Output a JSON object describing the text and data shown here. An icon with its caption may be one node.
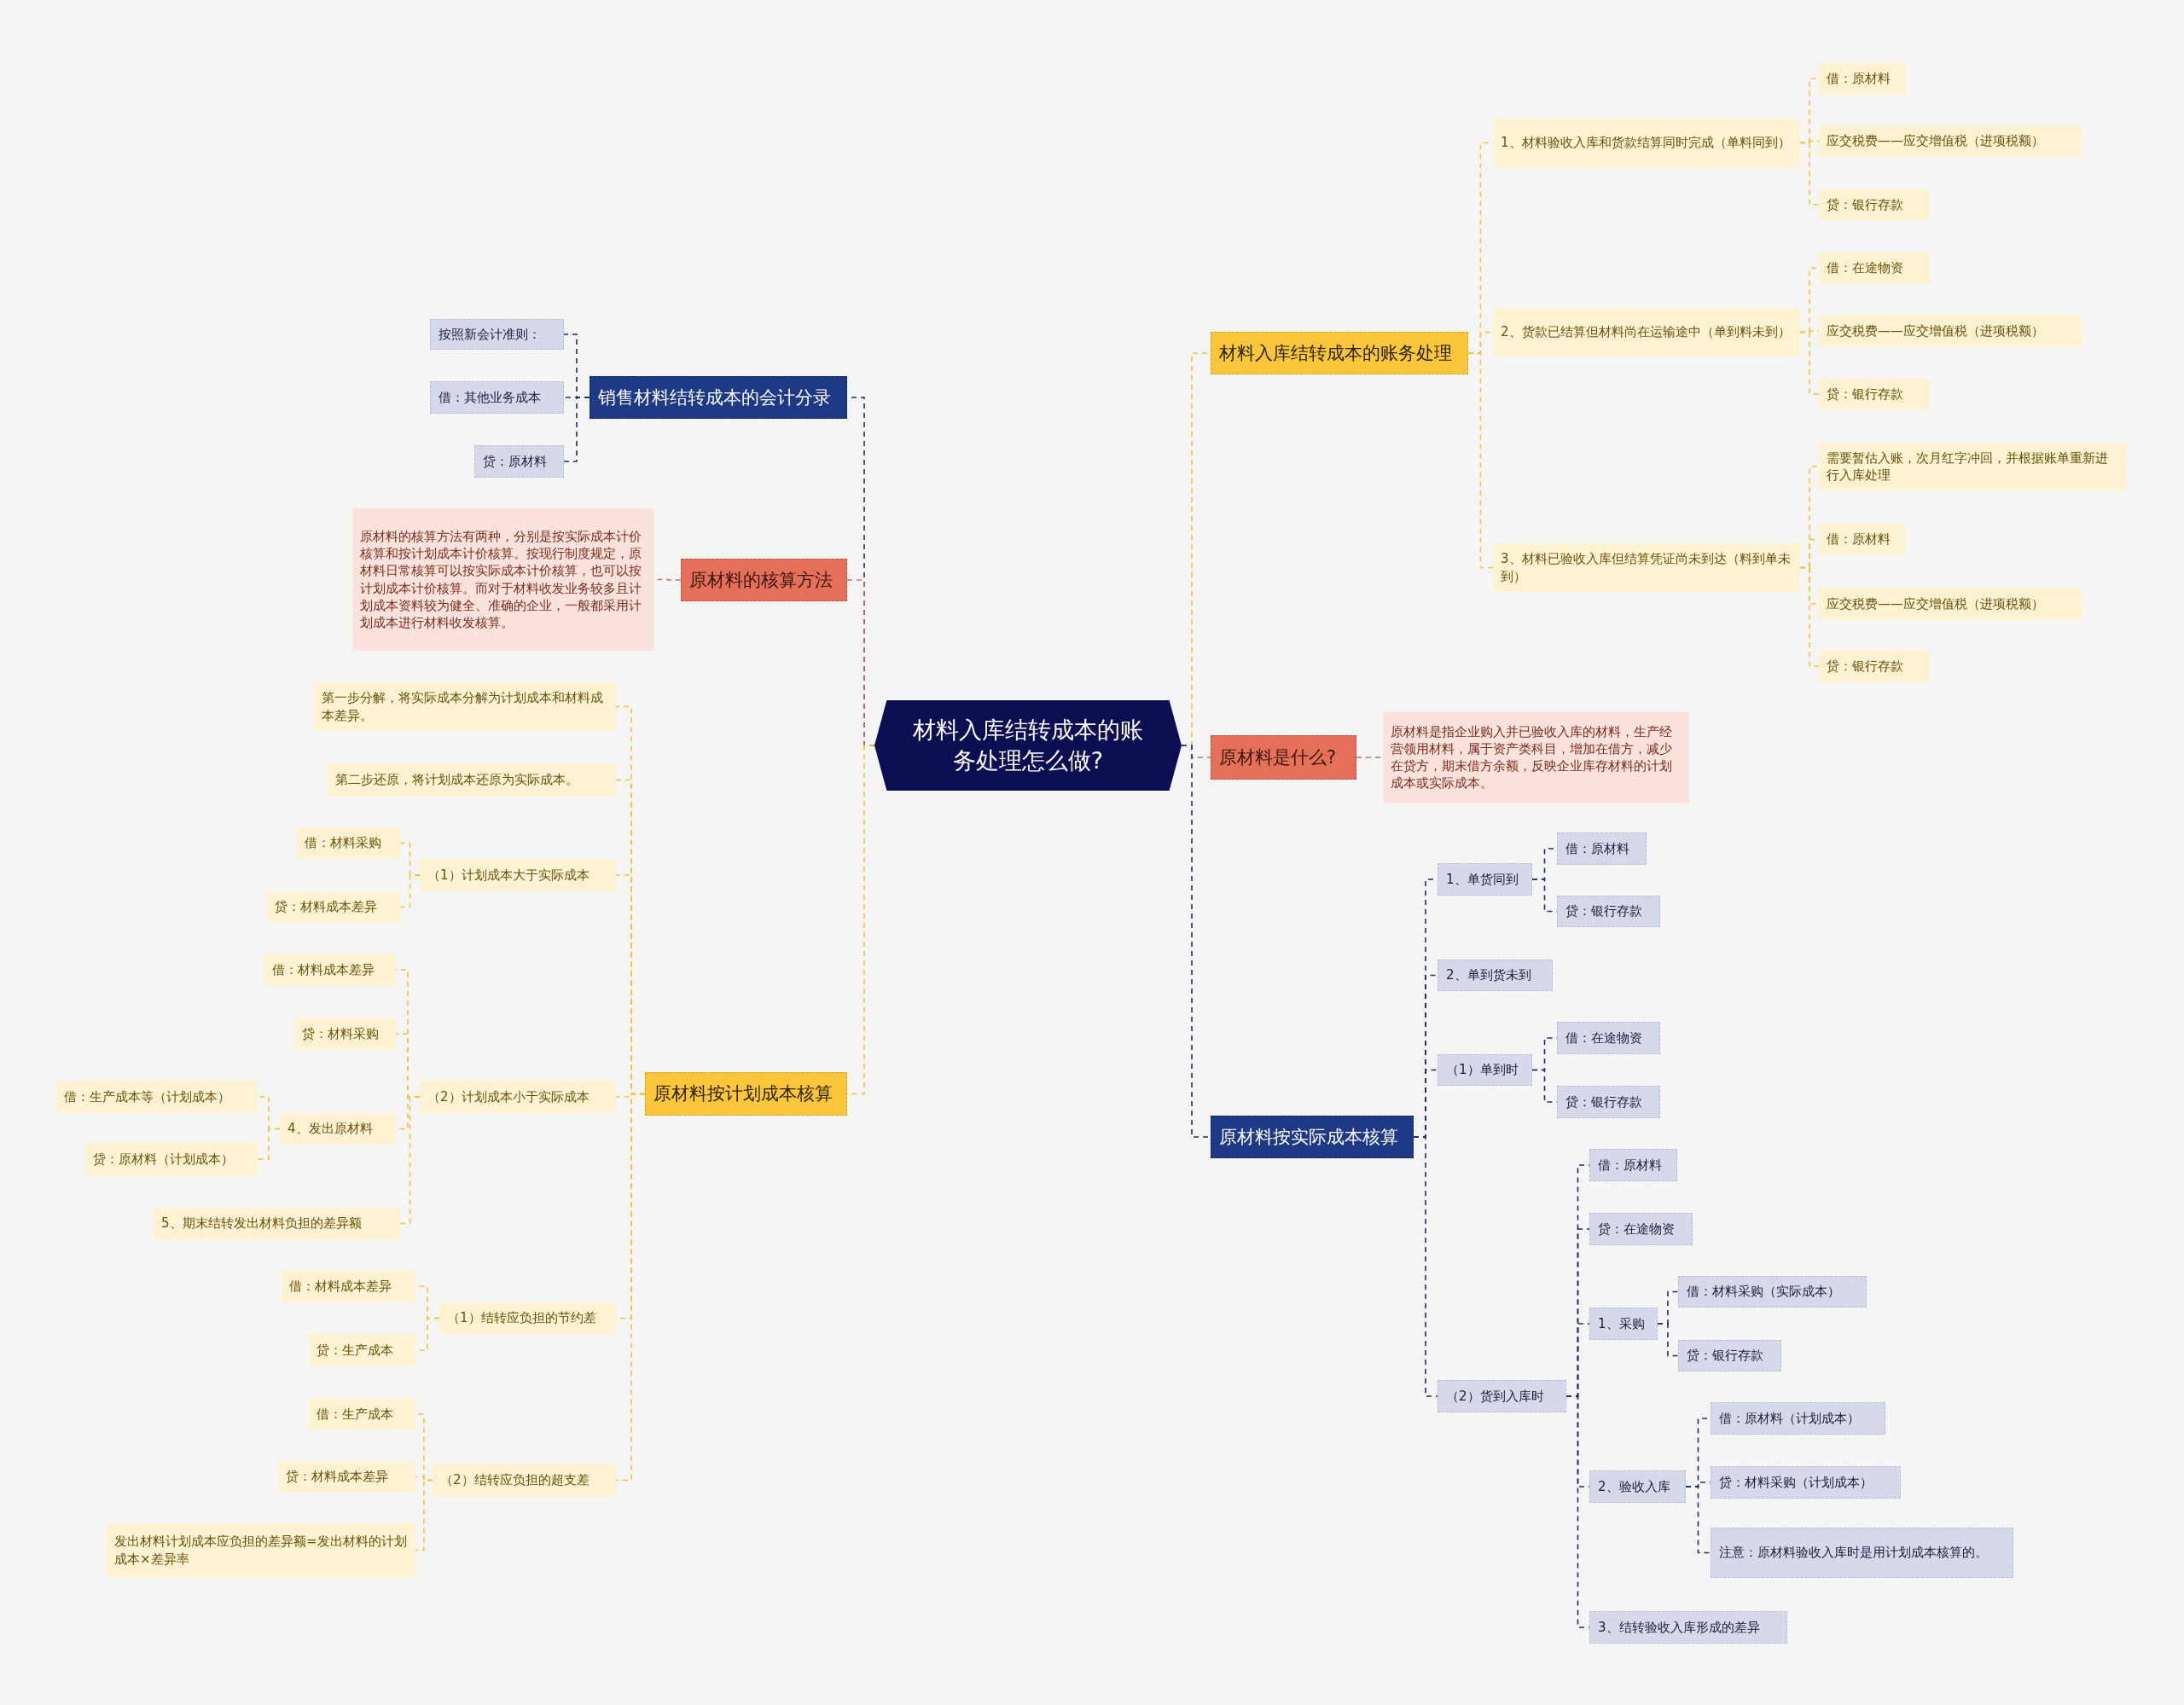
{
  "diagram": {
    "nodes": [
      {
        "text": [
          "材料入库结转成本的账务处理怎么做?"
        ]
      },
      {
        "text": [
          "材料入库结转成本的账务处理"
        ]
      },
      {
        "text": [
          "1、材料验收入库和货款结算同时完成（单料同到）"
        ]
      },
      {
        "text": [
          "借：原材料"
        ]
      },
      {
        "text": [
          "应交税费——应交增值税（进项税额）"
        ]
      },
      {
        "text": [
          "贷：银行存款"
        ]
      },
      {
        "text": [
          "2、货款已结算但材料尚在运输途中（单到料未到）"
        ]
      },
      {
        "text": [
          "借：在途物资"
        ]
      },
      {
        "text": [
          "应交税费——应交增值税（进项税额）"
        ]
      },
      {
        "text": [
          "贷：银行存款"
        ]
      },
      {
        "text": [
          "3、材料已验收入库但结算凭证尚未到达（料到单未到）"
        ]
      },
      {
        "text": [
          "需要暂估入账，次月红字冲回，并根据账单重新进行入库处理"
        ]
      },
      {
        "text": [
          "借：原材料"
        ]
      },
      {
        "text": [
          "应交税费——应交增值税（进项税额）"
        ]
      },
      {
        "text": [
          "贷：银行存款"
        ]
      },
      {
        "text": [
          "原材料是什么?"
        ]
      },
      {
        "text": [
          "原材料是指企业购入并已验收入库的材料，生产经营领用材料，属于资产类科目，增加在借方，减少在贷方，期末借方余额，反映企业库存材料的计划成本或实际成本。"
        ]
      },
      {
        "text": [
          "原材料按实际成本核算"
        ]
      },
      {
        "text": [
          "1、单货同到"
        ]
      },
      {
        "text": [
          "借：原材料"
        ]
      },
      {
        "text": [
          "贷：银行存款"
        ]
      },
      {
        "text": [
          "2、单到货未到"
        ]
      },
      {
        "text": [
          "（1）单到时"
        ]
      },
      {
        "text": [
          "借：在途物资"
        ]
      },
      {
        "text": [
          "贷：银行存款"
        ]
      },
      {
        "text": [
          "（2）货到入库时"
        ]
      },
      {
        "text": [
          "借：原材料"
        ]
      },
      {
        "text": [
          "贷：在途物资"
        ]
      },
      {
        "text": [
          "1、采购"
        ]
      },
      {
        "text": [
          "借：材料采购（实际成本）"
        ]
      },
      {
        "text": [
          "贷：银行存款"
        ]
      },
      {
        "text": [
          "2、验收入库"
        ]
      },
      {
        "text": [
          "借：原材料（计划成本）"
        ]
      },
      {
        "text": [
          "贷：材料采购（计划成本）"
        ]
      },
      {
        "text": [
          "注意：原材料验收入库时是用计划成本核算的。"
        ]
      },
      {
        "text": [
          "3、结转验收入库形成的差异"
        ]
      },
      {
        "text": [
          "销售材料结转成本的会计分录"
        ]
      },
      {
        "text": [
          "按照新会计准则："
        ]
      },
      {
        "text": [
          "借：其他业务成本"
        ]
      },
      {
        "text": [
          "贷：原材料"
        ]
      },
      {
        "text": [
          "原材料的核算方法"
        ]
      },
      {
        "text": [
          "原材料的核算方法有两种，分别是按实际成本计价核算和按计划成本计价核算。按现行制度规定，原材料日常核算可以按实际成本计价核算，也可以按计划成本计价核算。而对于材料收发业务较多且计划成本资料较为健全、准确的企业，一般都采用计划成本进行材料收发核算。"
        ]
      },
      {
        "text": [
          "原材料按计划成本核算"
        ]
      },
      {
        "text": [
          "第一步分解，将实际成本分解为计划成本和材料成本差异。"
        ]
      },
      {
        "text": [
          "第二步还原，将计划成本还原为实际成本。"
        ]
      },
      {
        "text": [
          "（1）计划成本大于实际成本"
        ]
      },
      {
        "text": [
          "借：材料采购"
        ]
      },
      {
        "text": [
          "贷：材料成本差异"
        ]
      },
      {
        "text": [
          "（2）计划成本小于实际成本"
        ]
      },
      {
        "text": [
          "借：材料成本差异"
        ]
      },
      {
        "text": [
          "贷：材料采购"
        ]
      },
      {
        "text": [
          "4、发出原材料"
        ]
      },
      {
        "text": [
          "借：生产成本等（计划成本）"
        ]
      },
      {
        "text": [
          "贷：原材料（计划成本）"
        ]
      },
      {
        "text": [
          "5、期末结转发出材料负担的差异额"
        ]
      },
      {
        "text": [
          "（1）结转应负担的节约差"
        ]
      },
      {
        "text": [
          "借：材料成本差异"
        ]
      },
      {
        "text": [
          "贷：生产成本"
        ]
      },
      {
        "text": [
          "（2）结转应负担的超支差"
        ]
      },
      {
        "text": [
          "借：生产成本"
        ]
      },
      {
        "text": [
          "贷：材料成本差异"
        ]
      },
      {
        "text": [
          "发出材料计划成本应负担的差异额=发出材料的计划成本×差异率"
        ]
      }
    ],
    "edges": [
      {
        "from": 0,
        "to": 1,
        "arrow": "none",
        "style": "dashed",
        "color": "#f2c23e"
      },
      {
        "from": 1,
        "to": 2,
        "arrow": "none",
        "style": "dashed",
        "color": "#f2c23e"
      },
      {
        "from": 2,
        "to": 3,
        "arrow": "none",
        "style": "dashed",
        "color": "#f2c23e"
      },
      {
        "from": 2,
        "to": 4,
        "arrow": "none",
        "style": "dashed",
        "color": "#f2c23e"
      },
      {
        "from": 2,
        "to": 5,
        "arrow": "none",
        "style": "dashed",
        "color": "#f2c23e"
      },
      {
        "from": 1,
        "to": 6,
        "arrow": "none",
        "style": "dashed",
        "color": "#f2c23e"
      },
      {
        "from": 6,
        "to": 7,
        "arrow": "none",
        "style": "dashed",
        "color": "#f2c23e"
      },
      {
        "from": 6,
        "to": 8,
        "arrow": "none",
        "style": "dashed",
        "color": "#f2c23e"
      },
      {
        "from": 6,
        "to": 9,
        "arrow": "none",
        "style": "dashed",
        "color": "#f2c23e"
      },
      {
        "from": 1,
        "to": 10,
        "arrow": "none",
        "style": "dashed",
        "color": "#f2c23e"
      },
      {
        "from": 10,
        "to": 11,
        "arrow": "none",
        "style": "dashed",
        "color": "#f2c23e"
      },
      {
        "from": 10,
        "to": 12,
        "arrow": "none",
        "style": "dashed",
        "color": "#f2c23e"
      },
      {
        "from": 10,
        "to": 13,
        "arrow": "none",
        "style": "dashed",
        "color": "#f2c23e"
      },
      {
        "from": 10,
        "to": 14,
        "arrow": "none",
        "style": "dashed",
        "color": "#f2c23e"
      },
      {
        "from": 0,
        "to": 15,
        "arrow": "none",
        "style": "dashed",
        "color": "#c8705e"
      },
      {
        "from": 15,
        "to": 16,
        "arrow": "none",
        "style": "dashed",
        "color": "#c8705e"
      },
      {
        "from": 0,
        "to": 17,
        "arrow": "none",
        "style": "dashed",
        "color": "#1f2d6b"
      },
      {
        "from": 17,
        "to": 18,
        "arrow": "none",
        "style": "dashed",
        "color": "#1f2d6b"
      },
      {
        "from": 18,
        "to": 19,
        "arrow": "none",
        "style": "dashed",
        "color": "#1f2d6b"
      },
      {
        "from": 18,
        "to": 20,
        "arrow": "none",
        "style": "dashed",
        "color": "#1f2d6b"
      },
      {
        "from": 17,
        "to": 21,
        "arrow": "none",
        "style": "dashed",
        "color": "#1f2d6b"
      },
      {
        "from": 17,
        "to": 22,
        "arrow": "none",
        "style": "dashed",
        "color": "#1f2d6b"
      },
      {
        "from": 22,
        "to": 23,
        "arrow": "none",
        "style": "dashed",
        "color": "#1f2d6b"
      },
      {
        "from": 22,
        "to": 24,
        "arrow": "none",
        "style": "dashed",
        "color": "#1f2d6b"
      },
      {
        "from": 17,
        "to": 25,
        "arrow": "none",
        "style": "dashed",
        "color": "#1f2d6b"
      },
      {
        "from": 25,
        "to": 26,
        "arrow": "none",
        "style": "dashed",
        "color": "#1f2d6b"
      },
      {
        "from": 25,
        "to": 27,
        "arrow": "none",
        "style": "dashed",
        "color": "#1f2d6b"
      },
      {
        "from": 25,
        "to": 28,
        "arrow": "none",
        "style": "dashed",
        "color": "#1f2d6b"
      },
      {
        "from": 28,
        "to": 29,
        "arrow": "none",
        "style": "dashed",
        "color": "#1f2d6b"
      },
      {
        "from": 28,
        "to": 30,
        "arrow": "none",
        "style": "dashed",
        "color": "#1f2d6b"
      },
      {
        "from": 25,
        "to": 31,
        "arrow": "none",
        "style": "dashed",
        "color": "#1f2d6b"
      },
      {
        "from": 31,
        "to": 32,
        "arrow": "none",
        "style": "dashed",
        "color": "#1f2d6b"
      },
      {
        "from": 31,
        "to": 33,
        "arrow": "none",
        "style": "dashed",
        "color": "#1f2d6b"
      },
      {
        "from": 31,
        "to": 34,
        "arrow": "none",
        "style": "dashed",
        "color": "#1f2d6b"
      },
      {
        "from": 25,
        "to": 35,
        "arrow": "none",
        "style": "dashed",
        "color": "#1f2d6b"
      },
      {
        "from": 0,
        "to": 36,
        "arrow": "none",
        "style": "dashed",
        "color": "#1f2d6b"
      },
      {
        "from": 36,
        "to": 37,
        "arrow": "none",
        "style": "dashed",
        "color": "#1f2d6b"
      },
      {
        "from": 36,
        "to": 38,
        "arrow": "none",
        "style": "dashed",
        "color": "#1f2d6b"
      },
      {
        "from": 36,
        "to": 39,
        "arrow": "none",
        "style": "dashed",
        "color": "#1f2d6b"
      },
      {
        "from": 0,
        "to": 40,
        "arrow": "none",
        "style": "dashed",
        "color": "#c8705e"
      },
      {
        "from": 40,
        "to": 41,
        "arrow": "none",
        "style": "dashed",
        "color": "#c8705e"
      },
      {
        "from": 0,
        "to": 42,
        "arrow": "none",
        "style": "dashed",
        "color": "#f2c23e"
      },
      {
        "from": 42,
        "to": 43,
        "arrow": "none",
        "style": "dashed",
        "color": "#f2c23e"
      },
      {
        "from": 42,
        "to": 44,
        "arrow": "none",
        "style": "dashed",
        "color": "#f2c23e"
      },
      {
        "from": 42,
        "to": 45,
        "arrow": "none",
        "style": "dashed",
        "color": "#f2c23e"
      },
      {
        "from": 45,
        "to": 46,
        "arrow": "none",
        "style": "dashed",
        "color": "#f2c23e"
      },
      {
        "from": 45,
        "to": 47,
        "arrow": "none",
        "style": "dashed",
        "color": "#f2c23e"
      },
      {
        "from": 42,
        "to": 48,
        "arrow": "none",
        "style": "dashed",
        "color": "#f2c23e"
      },
      {
        "from": 48,
        "to": 49,
        "arrow": "none",
        "style": "dashed",
        "color": "#f2c23e"
      },
      {
        "from": 48,
        "to": 50,
        "arrow": "none",
        "style": "dashed",
        "color": "#f2c23e"
      },
      {
        "from": 48,
        "to": 51,
        "arrow": "none",
        "style": "dashed",
        "color": "#f2c23e"
      },
      {
        "from": 51,
        "to": 52,
        "arrow": "none",
        "style": "dashed",
        "color": "#f2c23e"
      },
      {
        "from": 51,
        "to": 53,
        "arrow": "none",
        "style": "dashed",
        "color": "#f2c23e"
      },
      {
        "from": 48,
        "to": 54,
        "arrow": "none",
        "style": "dashed",
        "color": "#f2c23e"
      },
      {
        "from": 42,
        "to": 55,
        "arrow": "none",
        "style": "dashed",
        "color": "#f2c23e"
      },
      {
        "from": 55,
        "to": 56,
        "arrow": "none",
        "style": "dashed",
        "color": "#f2c23e"
      },
      {
        "from": 55,
        "to": 57,
        "arrow": "none",
        "style": "dashed",
        "color": "#f2c23e"
      },
      {
        "from": 42,
        "to": 58,
        "arrow": "none",
        "style": "dashed",
        "color": "#f2c23e"
      },
      {
        "from": 58,
        "to": 59,
        "arrow": "none",
        "style": "dashed",
        "color": "#f2c23e"
      },
      {
        "from": 58,
        "to": 60,
        "arrow": "none",
        "style": "dashed",
        "color": "#f2c23e"
      },
      {
        "from": 58,
        "to": 61,
        "arrow": "none",
        "style": "dashed",
        "color": "#f2c23e"
      }
    ]
  }
}
